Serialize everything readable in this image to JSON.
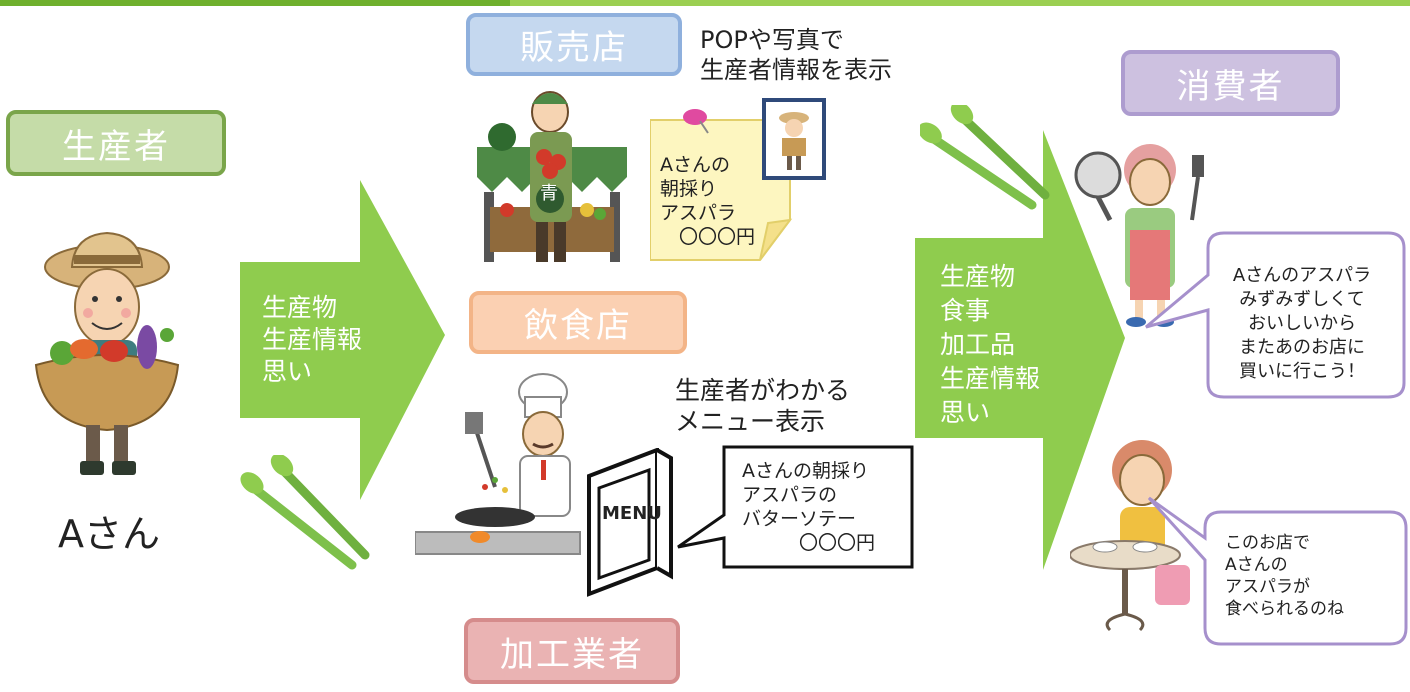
{
  "roles": {
    "producer": "生産者",
    "shop": "販売店",
    "restaurant": "飲食店",
    "processor": "加工業者",
    "consumer": "消費者"
  },
  "producer_name": "Aさん",
  "arrow1_text": "生産物\n生産情報\n思い",
  "arrow2_text": "生産物\n食事\n加工品\n生産情報\n思い",
  "shop_caption": "POPや写真で\n生産者情報を表示",
  "pop_card_text": "Aさんの\n朝採り\nアスパラ\n　〇〇〇円",
  "restaurant_caption": "生産者がわかる\nメニュー表示",
  "menu_label": "MENU",
  "menu_bubble_text": "Aさんの朝採り\nアスパラの\nバターソテー\n　　　〇〇〇円",
  "consumer_bubble1": "Aさんのアスパラ\nみずみずしくて\nおいしいから\nまたあのお店に\n買いに行こう！",
  "consumer_bubble2": "このお店で\nAさんの\nアスパラが\n食べられるのね",
  "shop_sign": "青",
  "colors": {
    "arrow_green": "#8fcc4e",
    "bar_green": "#9bcf52",
    "producer_box": "#c5dca8",
    "shop_box": "#c5d8ef",
    "restaurant_box": "#fbd0b2",
    "processor_box": "#eab3b3",
    "consumer_box": "#cdc1e0"
  }
}
